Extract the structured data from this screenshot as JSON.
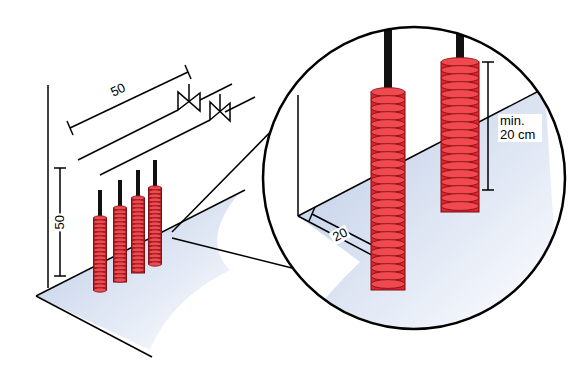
{
  "diagram": {
    "labels": [
      "50",
      "50",
      "min. 20 cm",
      "20"
    ]
  }
}
